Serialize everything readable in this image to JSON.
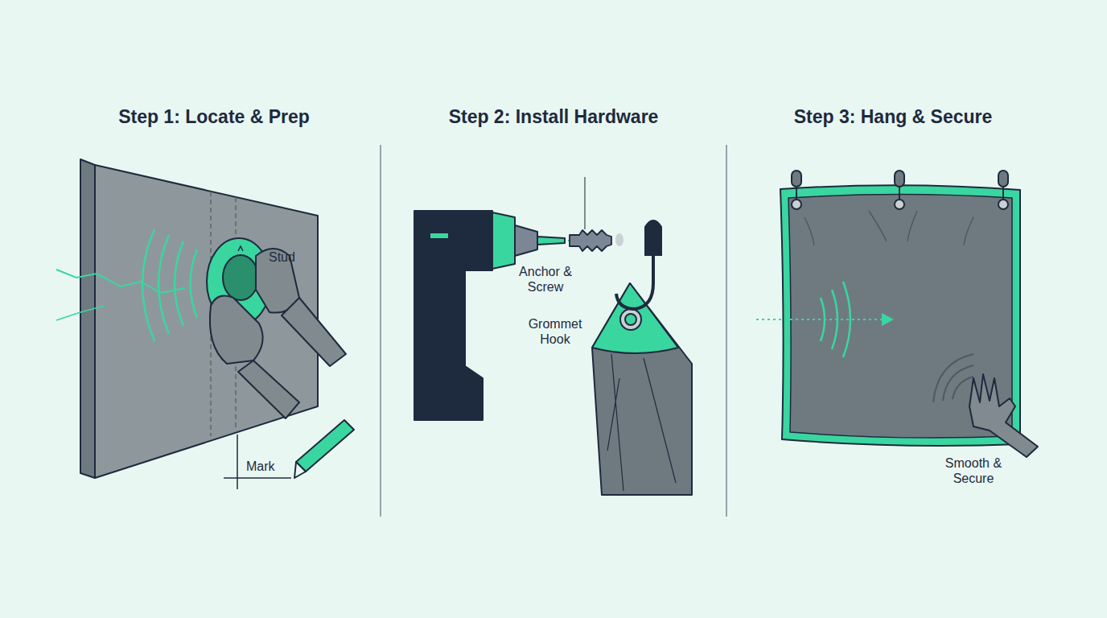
{
  "diagram": {
    "labels": [
      "Step 1: Locate & Prep",
      "Step 2: Install Hardware",
      "Step 3: Hang & Secure",
      "Stud",
      "Mark",
      "Anchor & Screw",
      "Grommet Hook",
      "Smooth & Secure"
    ]
  }
}
